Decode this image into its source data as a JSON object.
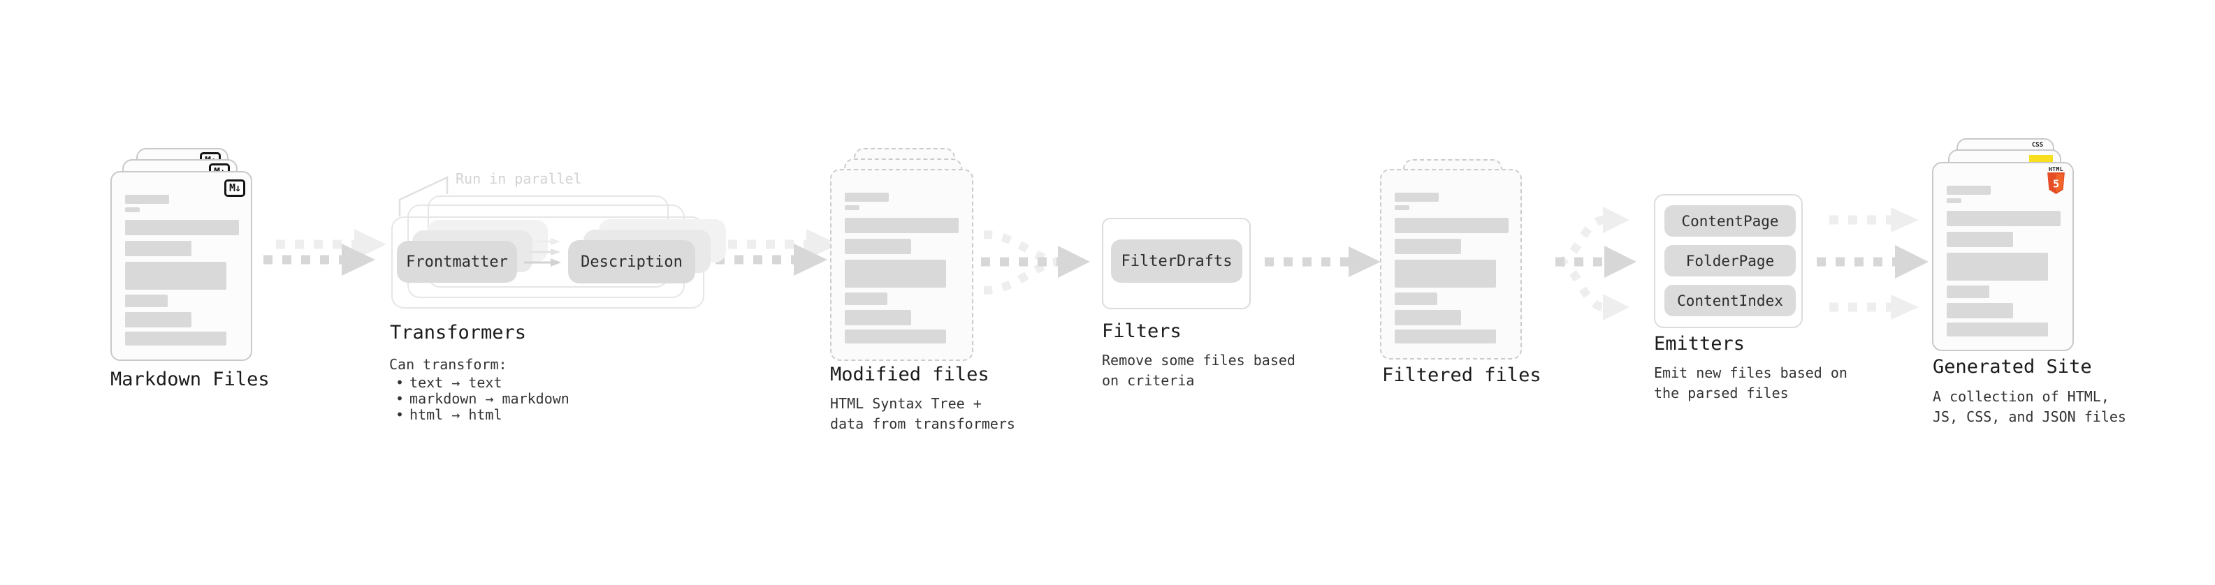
{
  "colors": {
    "ink": "#1b1b1b",
    "body_text": "#333333",
    "note_text": "#d2d2d2",
    "card_bg": "#fcfcfc",
    "card_border": "#c9c9c9",
    "dashed_bg": "#fbfbfb",
    "dashed_border": "#cccccc",
    "bar": "#d9d9d9",
    "pill_bg": "#dbdbdb",
    "pill_text": "#2d2d2d",
    "pill_ghost1": "#e9e9e9",
    "pill_ghost2": "#f2f2f2",
    "group_border": "#e6e6e6",
    "panel_border": "#dcdcdc",
    "arrow_mid": "#d7d7d7",
    "arrow_light": "#eeeeee",
    "html5_orange": "#e44d26",
    "html5_orange_light": "#f16529",
    "js_yellow": "#f7df1e",
    "css_blue": "#2b62e9",
    "badge_ink": "#151515"
  },
  "stages": {
    "markdown": {
      "title": "Markdown Files",
      "badge": "M↓"
    },
    "transformers": {
      "title": "Transformers",
      "note": "Run in parallel",
      "pills": [
        "Frontmatter",
        "Description"
      ],
      "desc_heading": "Can transform:",
      "bullet_char": "•",
      "bullets": [
        "text → text",
        "markdown → markdown",
        "html → html"
      ]
    },
    "modified": {
      "title": "Modified files",
      "desc": "HTML Syntax Tree +\ndata from transformers"
    },
    "filters": {
      "title": "Filters",
      "pill": "FilterDrafts",
      "desc": "Remove some files based\non criteria"
    },
    "filtered": {
      "title": "Filtered files"
    },
    "emitters": {
      "title": "Emitters",
      "pills": [
        "ContentPage",
        "FolderPage",
        "ContentIndex"
      ],
      "desc": "Emit new files based on\nthe parsed files"
    },
    "generated": {
      "title": "Generated Site",
      "desc": "A collection of HTML,\nJS, CSS, and JSON files",
      "badges": {
        "css_label": "CSS",
        "html_label": "HTML",
        "html_number": "5"
      }
    }
  },
  "skeleton_bars": [
    {
      "w": 63,
      "h": 13,
      "mt": 0
    },
    {
      "w": 21,
      "h": 7,
      "mt": 5
    },
    {
      "w": 163,
      "h": 22,
      "mt": 11
    },
    {
      "w": 95,
      "h": 22,
      "mt": 8
    },
    {
      "w": 145,
      "h": 40,
      "mt": 8
    },
    {
      "w": 61,
      "h": 18,
      "mt": 7
    },
    {
      "w": 95,
      "h": 22,
      "mt": 7
    },
    {
      "w": 145,
      "h": 20,
      "mt": 6
    }
  ]
}
